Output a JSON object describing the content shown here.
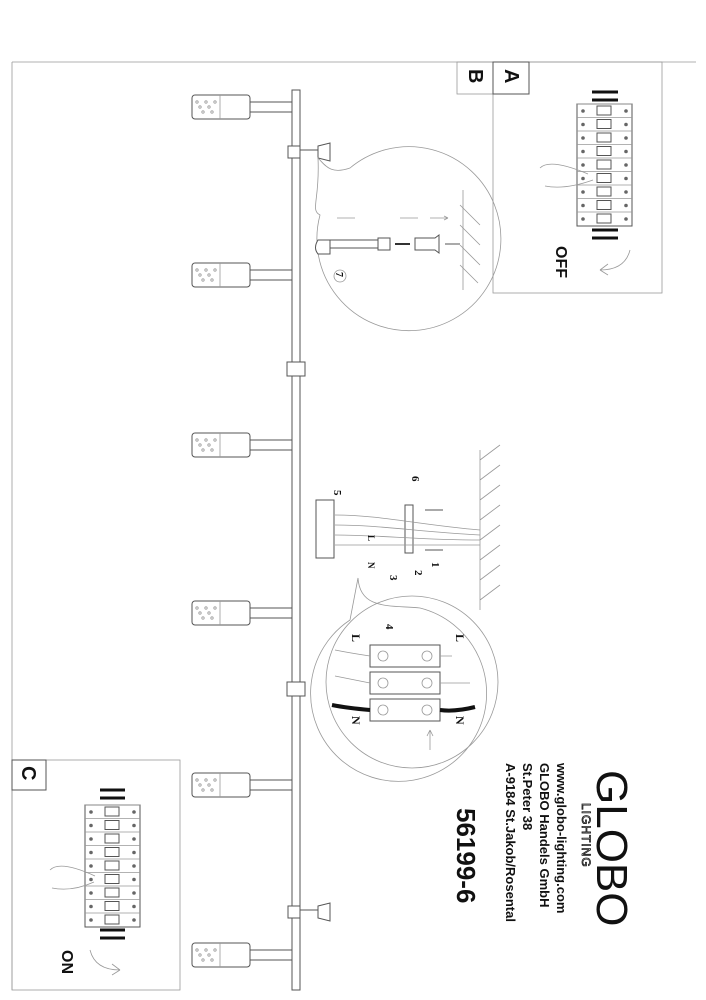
{
  "panels": {
    "a": {
      "label": "A",
      "state": "OFF"
    },
    "b": {
      "label": "B"
    },
    "c": {
      "label": "C",
      "state": "ON"
    }
  },
  "brand": {
    "logo": "GLOBO",
    "logo_sub": "LIGHTING",
    "website": "www.globo-lighting.com",
    "company": "GLOBO Handels GmbH",
    "street": "St.Peter 38",
    "city": "A-9184 St.Jakob/Rosental",
    "model": "56199-6"
  },
  "steps": [
    "1",
    "2",
    "3",
    "4",
    "5",
    "6",
    "7"
  ],
  "wiring": {
    "live": "L",
    "neutral": "N"
  }
}
